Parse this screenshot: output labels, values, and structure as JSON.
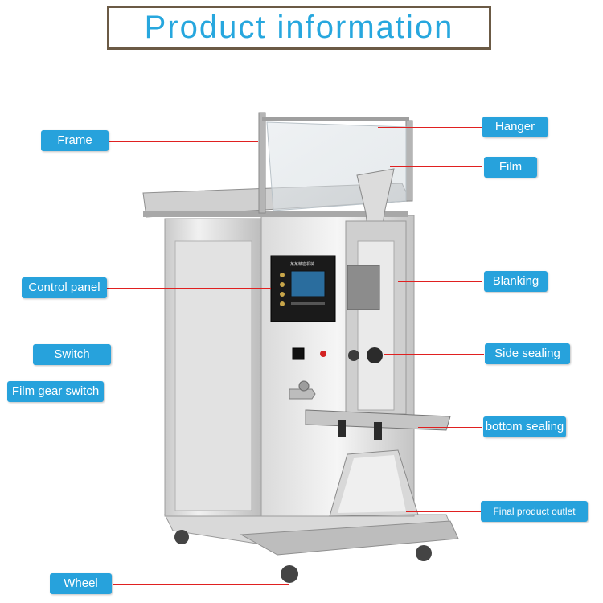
{
  "title": "Product information",
  "colors": {
    "accent": "#27a2dc",
    "title_text": "#27a7de",
    "title_border": "#6b5a45",
    "leader_line": "#e02020"
  },
  "labels": {
    "frame": "Frame",
    "control_panel": "Control panel",
    "switch": "Switch",
    "film_gear_switch": "Film gear switch",
    "wheel": "Wheel",
    "hanger": "Hanger",
    "film": "Film",
    "blanking": "Blanking",
    "side_sealing": "Side sealing",
    "bottom_sealing": "bottom sealing",
    "final_product_outlet": "Final product outlet"
  },
  "panel_text": "某某精密机械"
}
